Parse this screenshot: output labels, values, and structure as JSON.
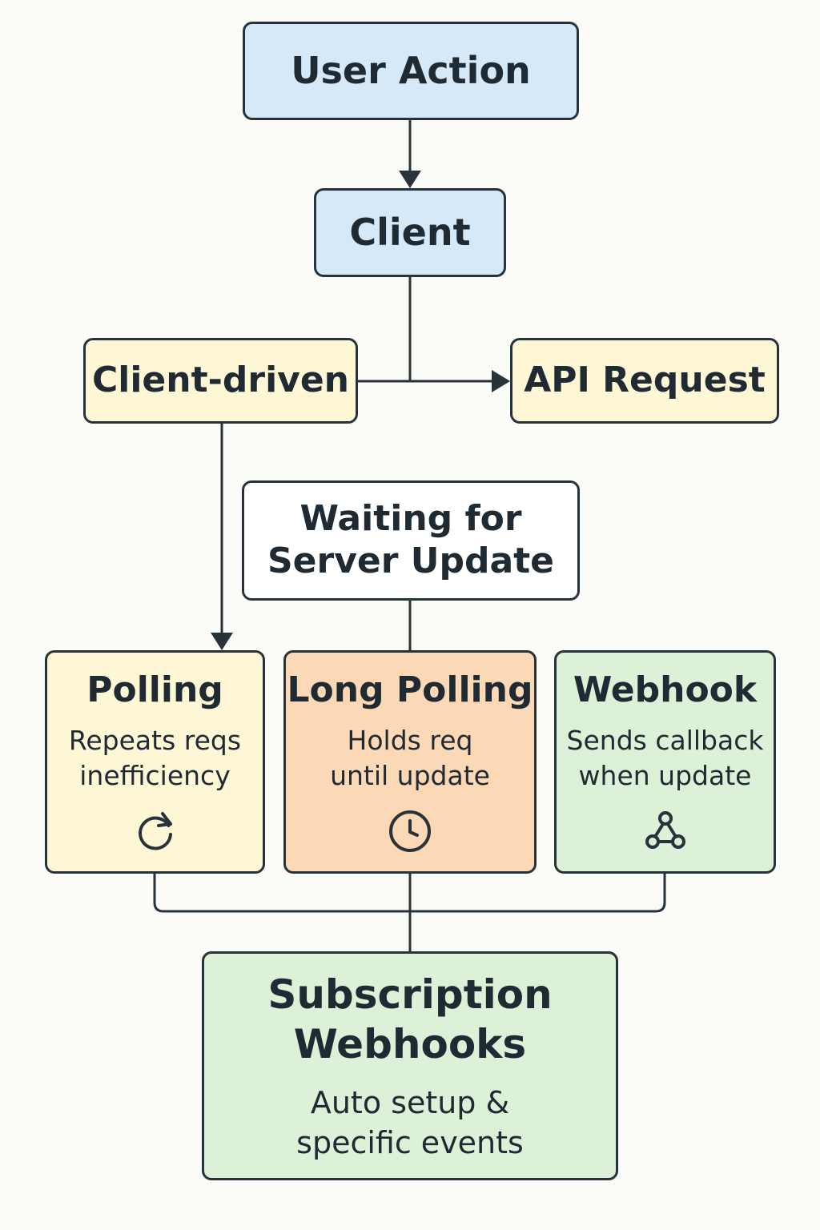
{
  "nodes": {
    "user_action": {
      "title": "User Action"
    },
    "client": {
      "title": "Client"
    },
    "client_driven": {
      "title": "Client-driven"
    },
    "api_request": {
      "title": "API Request"
    },
    "waiting": {
      "title_line1": "Waiting for",
      "title_line2": "Server Update"
    },
    "polling": {
      "title": "Polling",
      "desc_line1": "Repeats reqs",
      "desc_line2": "inefficiency",
      "icon": "refresh-icon"
    },
    "long_polling": {
      "title": "Long Polling",
      "desc_line1": "Holds req",
      "desc_line2": "until update",
      "icon": "clock-icon"
    },
    "webhook": {
      "title": "Webhook",
      "desc_line1": "Sends callback",
      "desc_line2": "when update",
      "icon": "webhook-icon"
    },
    "subscription": {
      "title_line1": "Subscription",
      "title_line2": "Webhooks",
      "desc_line1": "Auto setup &",
      "desc_line2": "specific events"
    }
  },
  "colors": {
    "blue": "#d6e9f9",
    "yellow": "#fdf7d6",
    "orange": "#fbd8b6",
    "green": "#dcf1d8",
    "stroke": "#28323a"
  }
}
